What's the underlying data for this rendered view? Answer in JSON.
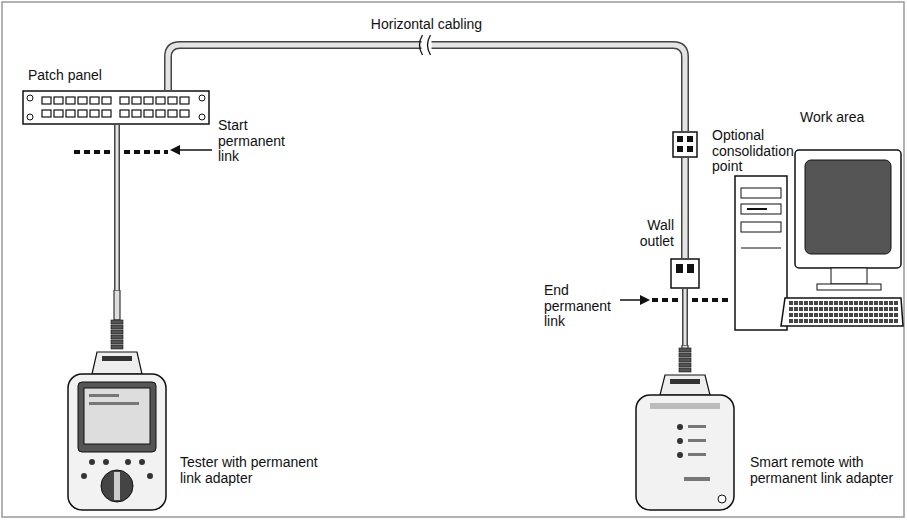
{
  "diagram": {
    "nodes": [
      {
        "text": [
          "Patch panel"
        ]
      },
      {
        "text": [
          "Optional consolidation point"
        ]
      },
      {
        "text": [
          "Wall outlet"
        ]
      },
      {
        "text": [
          "Work area"
        ]
      },
      {
        "text": [
          "Tester with permanent link adapter"
        ]
      },
      {
        "text": [
          "Smart remote with permanent link adapter"
        ]
      }
    ],
    "edges": [
      {
        "from": 0,
        "to": 1,
        "arrow": "none",
        "label": "Horizontal cabling"
      },
      {
        "from": 1,
        "to": 2,
        "arrow": "none"
      },
      {
        "from": 4,
        "to": 0,
        "arrow": "none"
      },
      {
        "from": 5,
        "to": 2,
        "arrow": "none"
      }
    ],
    "labels": [
      "Start permanent link",
      "End permanent link"
    ]
  }
}
